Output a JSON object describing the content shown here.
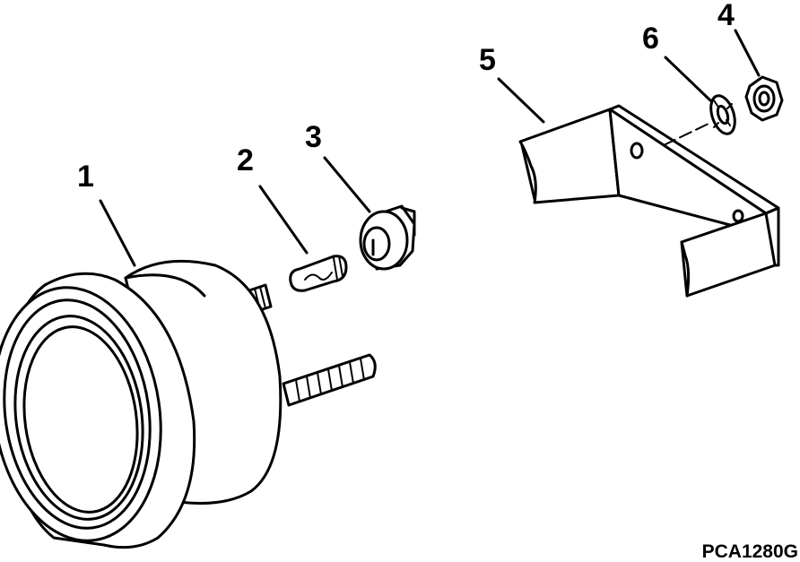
{
  "callouts": {
    "gauge": "1",
    "bulb": "2",
    "socket": "3",
    "nut": "4",
    "bracket": "5",
    "washer": "6"
  },
  "figure_id": "PCA1280G"
}
